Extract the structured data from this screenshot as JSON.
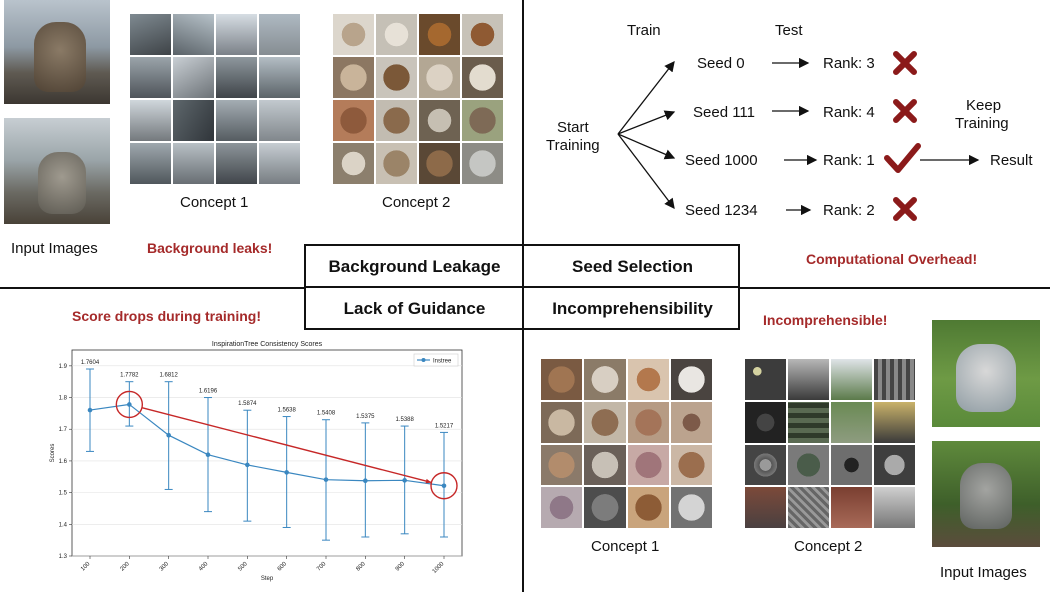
{
  "quadrants": {
    "center": {
      "background_leakage": "Background Leakage",
      "seed_selection": "Seed Selection",
      "lack_of_guidance": "Lack of Guidance",
      "incomprehensibility": "Incomprehensibility"
    },
    "top_left": {
      "input_label": "Input Images",
      "concept1": "Concept 1",
      "concept2": "Concept 2",
      "annotation": "Background leaks!"
    },
    "top_right": {
      "train": "Train",
      "test": "Test",
      "start_line1": "Start",
      "start_line2": "Training",
      "seeds": [
        {
          "seed": "Seed 0",
          "rank": "Rank: 3",
          "mark": "cross"
        },
        {
          "seed": "Seed 111",
          "rank": "Rank: 4",
          "mark": "cross"
        },
        {
          "seed": "Seed 1000",
          "rank": "Rank: 1",
          "mark": "check"
        },
        {
          "seed": "Seed 1234",
          "rank": "Rank: 2",
          "mark": "cross"
        }
      ],
      "keep_line1": "Keep",
      "keep_line2": "Training",
      "result": "Result",
      "annotation": "Computational Overhead!"
    },
    "bottom_left": {
      "annotation": "Score drops during training!"
    },
    "bottom_right": {
      "annotation": "Incomprehensible!",
      "concept1": "Concept 1",
      "concept2": "Concept 2",
      "input_label": "Input Images"
    }
  },
  "chart_data": {
    "type": "line",
    "title": "InspirationTree Consistency Scores",
    "xlabel": "Step",
    "ylabel": "Scores",
    "legend": "top-right",
    "grid": true,
    "categories": [
      "100",
      "200",
      "300",
      "400",
      "500",
      "600",
      "700",
      "800",
      "900",
      "1000"
    ],
    "ylim": [
      1.3,
      1.95
    ],
    "yticks": [
      "1.3",
      "1.4",
      "1.5",
      "1.6",
      "1.7",
      "1.8",
      "1.9"
    ],
    "series": [
      {
        "name": "Instree",
        "values": [
          1.7604,
          1.7782,
          1.6812,
          1.6196,
          1.5874,
          1.5638,
          1.5408,
          1.5375,
          1.5388,
          1.5217
        ],
        "labels": [
          "1.7604",
          "1.7782",
          "1.6812",
          "1.6196",
          "1.5874",
          "1.5638",
          "1.5408",
          "1.5375",
          "1.5388",
          "1.5217"
        ],
        "err_low": [
          1.63,
          1.71,
          1.51,
          1.44,
          1.41,
          1.39,
          1.35,
          1.36,
          1.37,
          1.36
        ],
        "err_high": [
          1.89,
          1.85,
          1.85,
          1.8,
          1.76,
          1.74,
          1.73,
          1.72,
          1.71,
          1.69
        ],
        "color": "#3a87c0"
      }
    ],
    "highlight": {
      "from": "200",
      "to": "1000",
      "color": "#c62828"
    }
  }
}
